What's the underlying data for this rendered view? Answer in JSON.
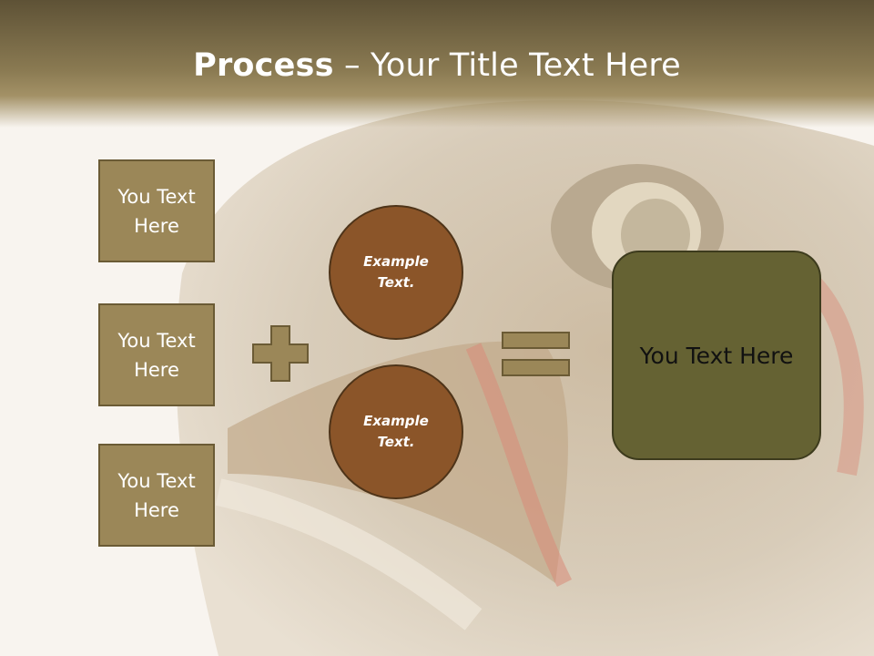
{
  "slide": {
    "title_bold": "Process",
    "title_rest": " – Your Title Text Here"
  },
  "left_boxes": [
    {
      "label": "You Text Here"
    },
    {
      "label": "You Text Here"
    },
    {
      "label": "You Text Here"
    }
  ],
  "circles": [
    {
      "label": "Example Text."
    },
    {
      "label": "Example Text."
    }
  ],
  "result": {
    "label": "You Text Here"
  },
  "icons": {
    "operator_1": "plus-icon",
    "operator_2": "equals-icon"
  },
  "colors": {
    "box_fill": "#9b8758",
    "circle_fill": "#8b5529",
    "result_fill": "#656233",
    "title_bar": "#8a7a52"
  }
}
